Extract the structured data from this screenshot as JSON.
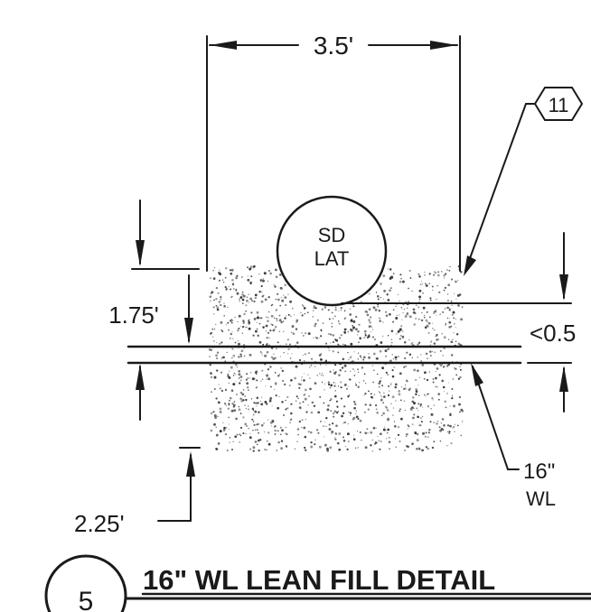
{
  "detail": {
    "number": "5",
    "title": "16\" WL LEAN FILL DETAIL"
  },
  "dimensions": {
    "width": "3.5'",
    "depth_top": "1.75'",
    "depth_bottom": "2.25'",
    "clearance": "<0.5"
  },
  "pipe": {
    "line1": "SD",
    "line2": "LAT"
  },
  "callouts": {
    "keynote": "11",
    "waterline_line1": "16\"",
    "waterline_line2": "WL"
  }
}
